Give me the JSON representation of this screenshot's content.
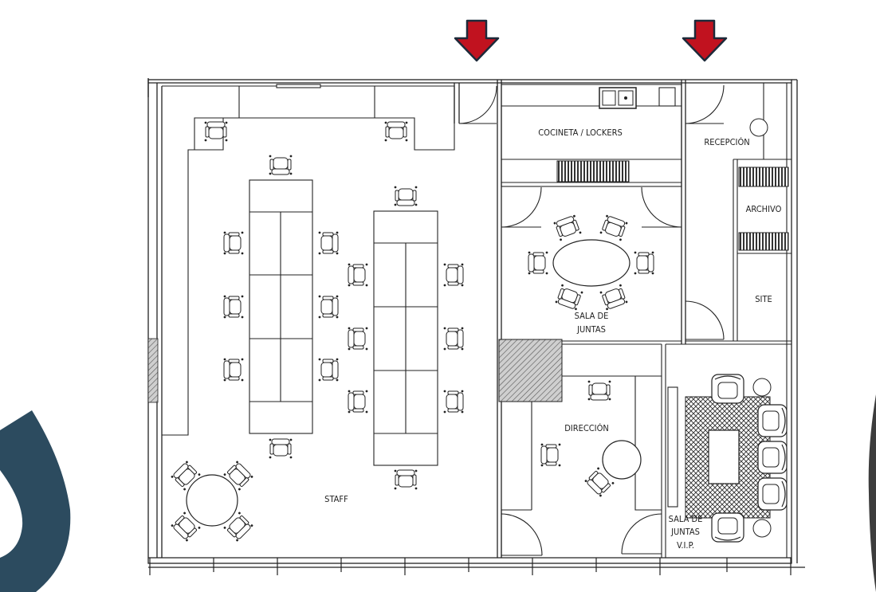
{
  "rooms": {
    "cocineta": "COCINETA / LOCKERS",
    "recepcion": "RECEPCIÓN",
    "archivo": "ARCHIVO",
    "site": "SITE",
    "sala_juntas_1": "SALA DE",
    "sala_juntas_2": "JUNTAS",
    "direccion": "DIRECCIÓN",
    "staff": "STAFF",
    "vip_1": "SALA DE",
    "vip_2": "JUNTAS",
    "vip_3": "V.I.P."
  },
  "colors": {
    "entry_arrow": "#c1121f",
    "arrow_outline": "#1d2a3a",
    "brand_shape": "#2c4b5f",
    "wall": "#222222"
  },
  "icons": [
    "entry-arrow-icon",
    "chair-icon",
    "sink-icon"
  ]
}
